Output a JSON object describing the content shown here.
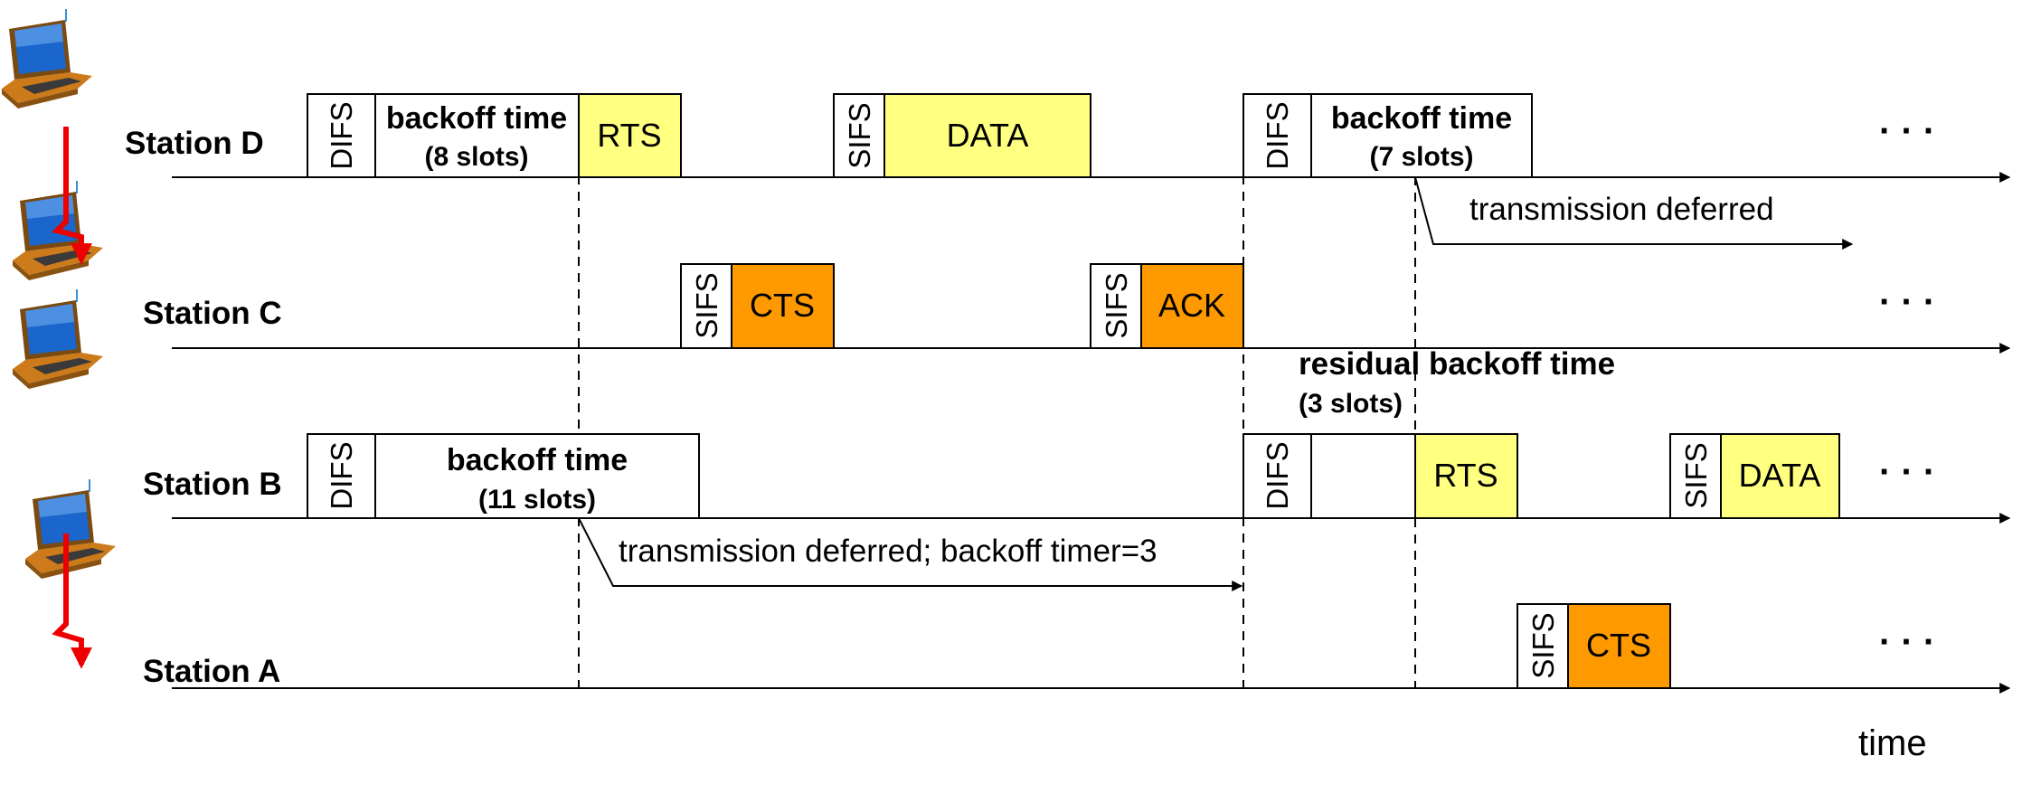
{
  "stations": {
    "d": "Station D",
    "c": "Station C",
    "b": "Station B",
    "a": "Station A"
  },
  "frames": {
    "difs": "DIFS",
    "sifs": "SIFS",
    "rts": "RTS",
    "cts": "CTS",
    "data": "DATA",
    "ack": "ACK"
  },
  "backoff": {
    "label": "backoff time",
    "d1_slots": "(8 slots)",
    "d2_slots": "(7 slots)",
    "b_slots": "(11 slots)",
    "residual": "residual backoff time",
    "residual_slots": "(3 slots)"
  },
  "notes": {
    "deferred": "transmission deferred",
    "deferred_timer": "transmission deferred; backoff timer=3"
  },
  "ellipsis": "· · ·",
  "time_label": "time",
  "colors": {
    "rts_data": "#ffff80",
    "cts_ack": "#ff9900",
    "signal_arrow": "#ee0000",
    "screen": "#1a66cc",
    "laptop_body": "#cc7a1a"
  }
}
